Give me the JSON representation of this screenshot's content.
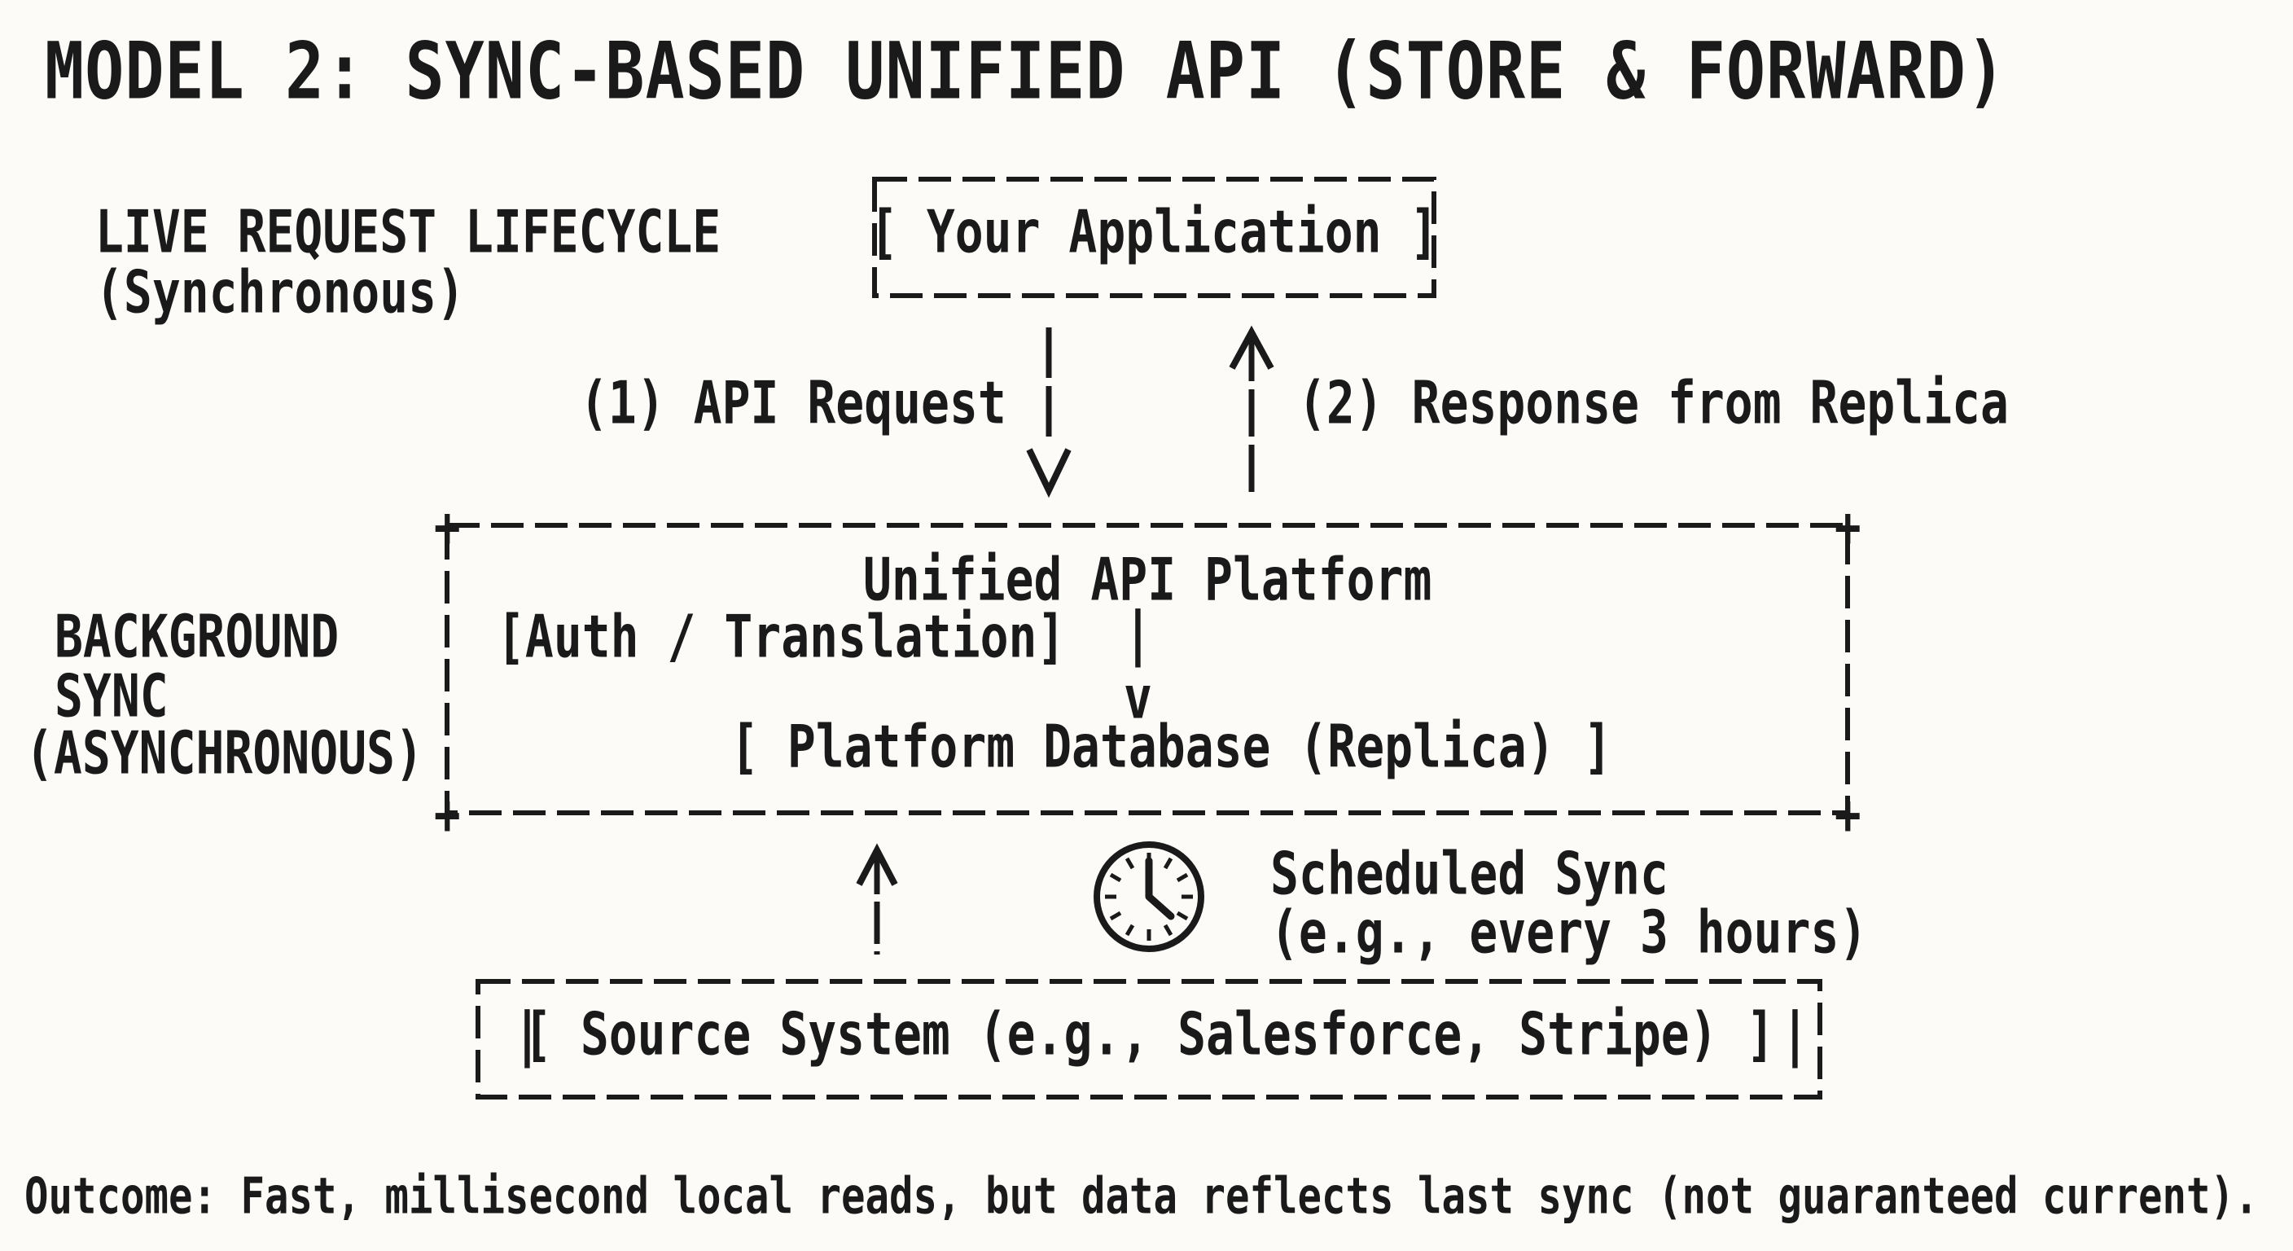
{
  "colors": {
    "ink": "#1a1a1a",
    "background": "#fcfbf8"
  },
  "title": "MODEL 2: SYNC-BASED UNIFIED API (STORE & FORWARD)",
  "live_request": {
    "line1": "LIVE REQUEST LIFECYCLE",
    "line2": "(Synchronous)"
  },
  "app_box": {
    "label": "[ Your Application ]"
  },
  "flow": {
    "request_label": "(1) API Request",
    "response_label": "(2) Response from Replica"
  },
  "platform_box": {
    "title": "Unified API Platform",
    "auth_label": "[Auth / Translation]",
    "pipe_glyph": "|",
    "down_glyph": "v",
    "database_label": "[ Platform Database (Replica) ]",
    "corner_glyph": "+"
  },
  "background_sync": {
    "line1": "BACKGROUND",
    "line2": "SYNC",
    "line3": "(ASYNCHRONOUS)"
  },
  "scheduled_sync": {
    "icon": "clock-icon",
    "line1": "Scheduled Sync",
    "line2": "(e.g., every 3 hours)"
  },
  "source_box": {
    "pipe_glyph": "|",
    "label": "[ Source System (e.g., Salesforce, Stripe) ]"
  },
  "outcome": "Outcome: Fast, millisecond local reads, but data reflects last sync (not guaranteed current)."
}
